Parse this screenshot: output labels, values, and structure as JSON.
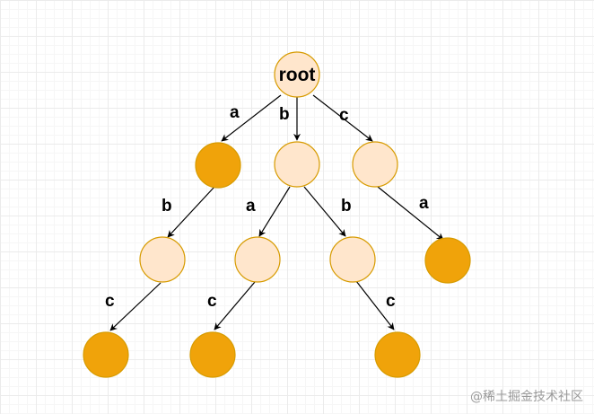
{
  "colors": {
    "node_light": "#ffe6cc",
    "node_dark": "#f0a30a",
    "node_stroke": "#d79b00",
    "edge": "#000000"
  },
  "root": {
    "label": "root"
  },
  "edges": [
    {
      "label": "a"
    },
    {
      "label": "b"
    },
    {
      "label": "c"
    },
    {
      "label": "b"
    },
    {
      "label": "a"
    },
    {
      "label": "b"
    },
    {
      "label": "a"
    },
    {
      "label": "c"
    },
    {
      "label": "c"
    },
    {
      "label": "c"
    }
  ],
  "watermark": "@稀土掘金技术社区"
}
